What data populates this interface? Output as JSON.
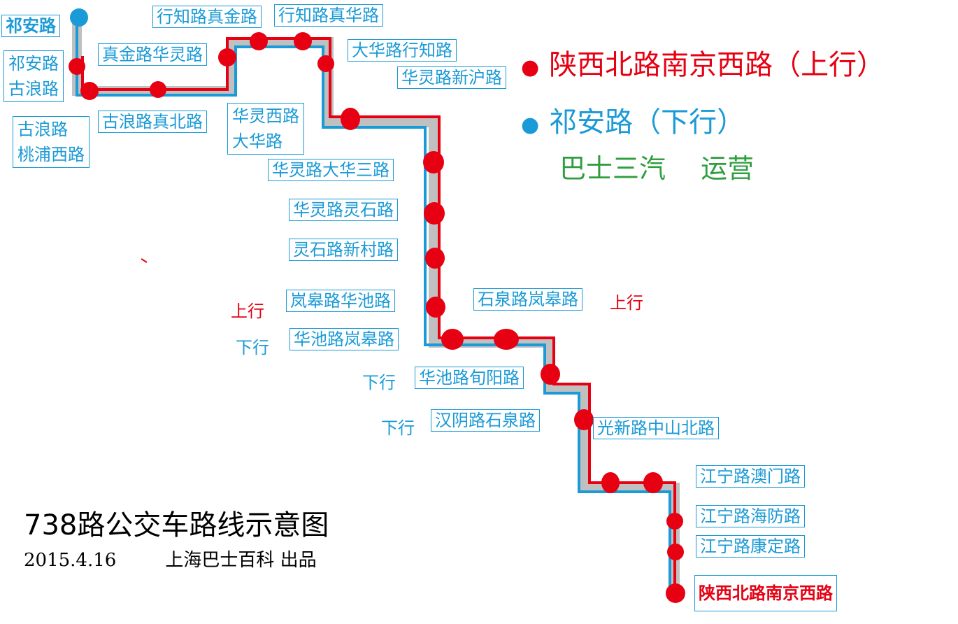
{
  "colors": {
    "up_line": "#e60012",
    "down_line": "#1a9ad6",
    "shadow": "#c0c0c0",
    "stop": "#e60012",
    "start_stop": "#1a9ad6",
    "operator": "#2e9e3e"
  },
  "legend": {
    "up": "陕西北路南京西路（上行）",
    "down": "祁安路（下行）",
    "operator": "巴士三汽　 运营"
  },
  "title": "738路公交车路线示意图",
  "date": "2015.4.16",
  "publisher": "上海巴士百科 出品",
  "direction_marks": {
    "up": "上行",
    "down": "下行"
  },
  "stops": [
    {
      "name": "祁安路"
    },
    {
      "name": "祁安路\n古浪路"
    },
    {
      "name": "古浪路\n桃浦西路"
    },
    {
      "name": "古浪路真北路"
    },
    {
      "name": "真金路华灵路"
    },
    {
      "name": "华灵西路\n大华路"
    },
    {
      "name": "行知路真金路"
    },
    {
      "name": "行知路真华路"
    },
    {
      "name": "大华路行知路"
    },
    {
      "name": "华灵路新沪路"
    },
    {
      "name": "华灵路大华三路"
    },
    {
      "name": "华灵路灵石路"
    },
    {
      "name": "灵石路新村路"
    },
    {
      "name": "岚皋路华池路"
    },
    {
      "name": "华池路岚皋路"
    },
    {
      "name": "石泉路岚皋路"
    },
    {
      "name": "华池路旬阳路"
    },
    {
      "name": "汉阴路石泉路"
    },
    {
      "name": "光新路中山北路"
    },
    {
      "name": "江宁路澳门路"
    },
    {
      "name": "江宁路海防路"
    },
    {
      "name": "江宁路康定路"
    },
    {
      "name": "陕西北路南京西路"
    }
  ]
}
